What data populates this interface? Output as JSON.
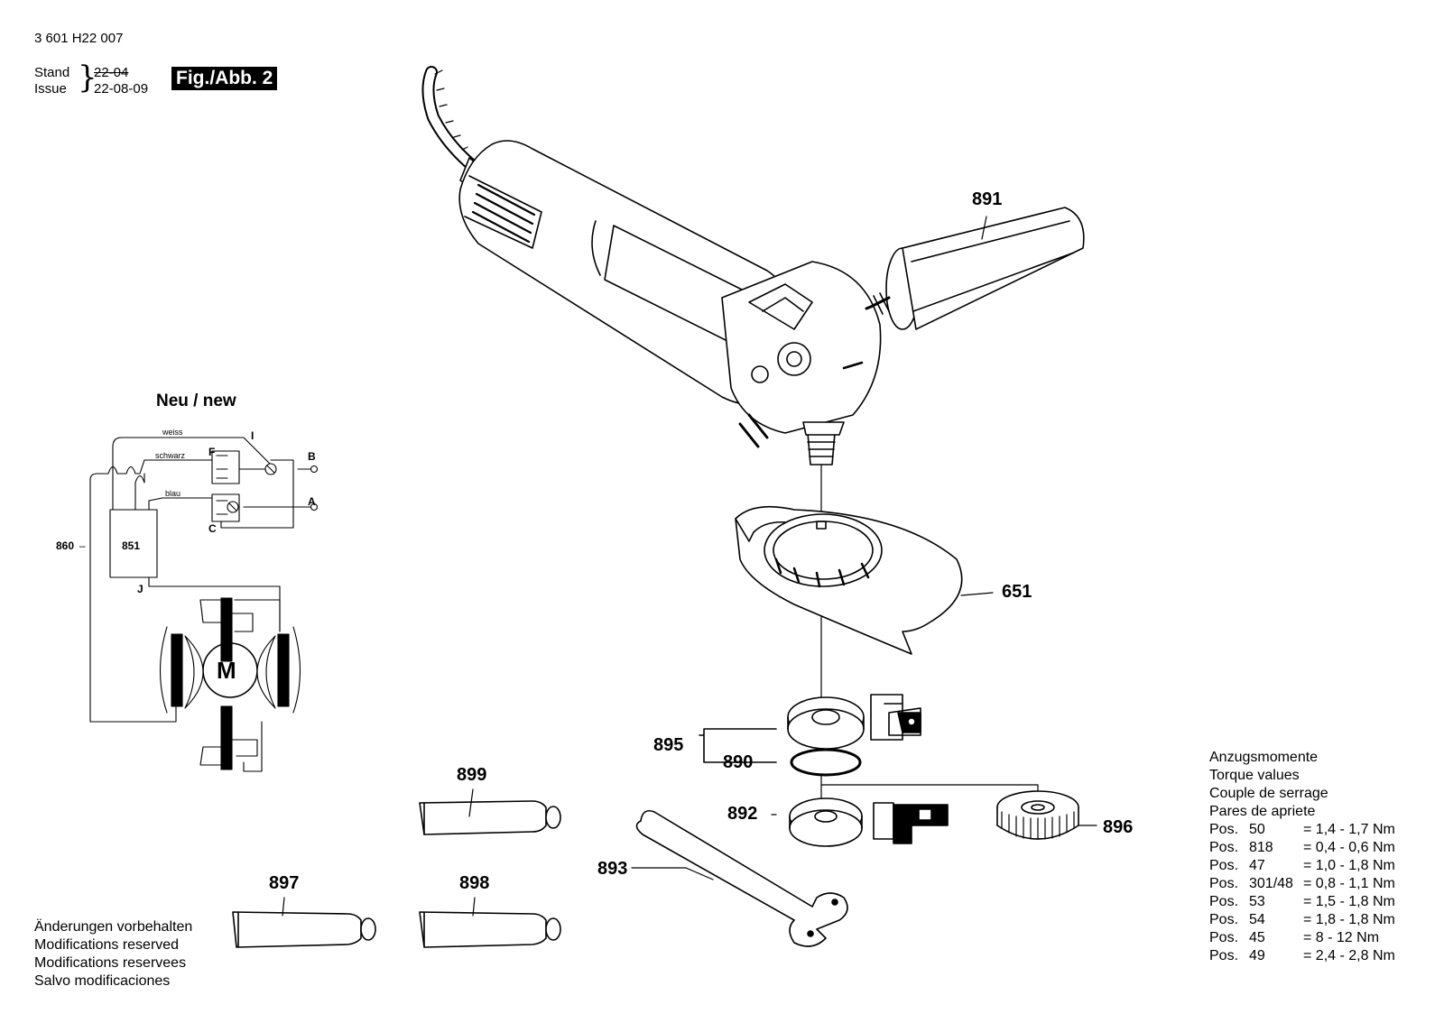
{
  "header": {
    "part_number": "3 601 H22 007",
    "stand_label": "Stand",
    "issue_label": "Issue",
    "stand_date_struck": "22-04",
    "issue_date": "22-08-09",
    "figure_label": "Fig./Abb. 2"
  },
  "wiring": {
    "title": "Neu / new",
    "wire_weiss": "weiss",
    "wire_schwarz": "schwarz",
    "wire_blau": "blau",
    "label_I": "I",
    "label_F": "F",
    "label_B": "B",
    "label_A": "A",
    "label_C": "C",
    "label_J": "J",
    "component_851": "851",
    "callout_860": "860",
    "motor": "M"
  },
  "callouts": {
    "p891": "891",
    "p651": "651",
    "p895": "895",
    "p890": "890",
    "p892": "892",
    "p896": "896",
    "p893": "893",
    "p899": "899",
    "p897": "897",
    "p898": "898"
  },
  "notice": {
    "line1": "Änderungen vorbehalten",
    "line2": "Modifications reserved",
    "line3": "Modifications reservees",
    "line4": "Salvo modificaciones"
  },
  "torque": {
    "heading": [
      "Anzugsmomente",
      "Torque values",
      "Couple de serrage",
      "Pares de apriete"
    ],
    "rows": [
      {
        "pos": "Pos.",
        "num": "50",
        "value": "= 1,4 - 1,7 Nm"
      },
      {
        "pos": "Pos.",
        "num": "818",
        "value": "= 0,4 - 0,6 Nm"
      },
      {
        "pos": "Pos.",
        "num": "47",
        "value": "= 1,0 - 1,8 Nm"
      },
      {
        "pos": "Pos.",
        "num": "301/48",
        "value": "= 0,8 - 1,1 Nm"
      },
      {
        "pos": "Pos.",
        "num": "53",
        "value": "= 1,5 - 1,8 Nm"
      },
      {
        "pos": "Pos.",
        "num": "54",
        "value": "= 1,8 - 1,8 Nm"
      },
      {
        "pos": "Pos.",
        "num": "45",
        "value": "= 8 - 12 Nm"
      },
      {
        "pos": "Pos.",
        "num": "49",
        "value": "= 2,4 - 2,8 Nm"
      }
    ]
  }
}
